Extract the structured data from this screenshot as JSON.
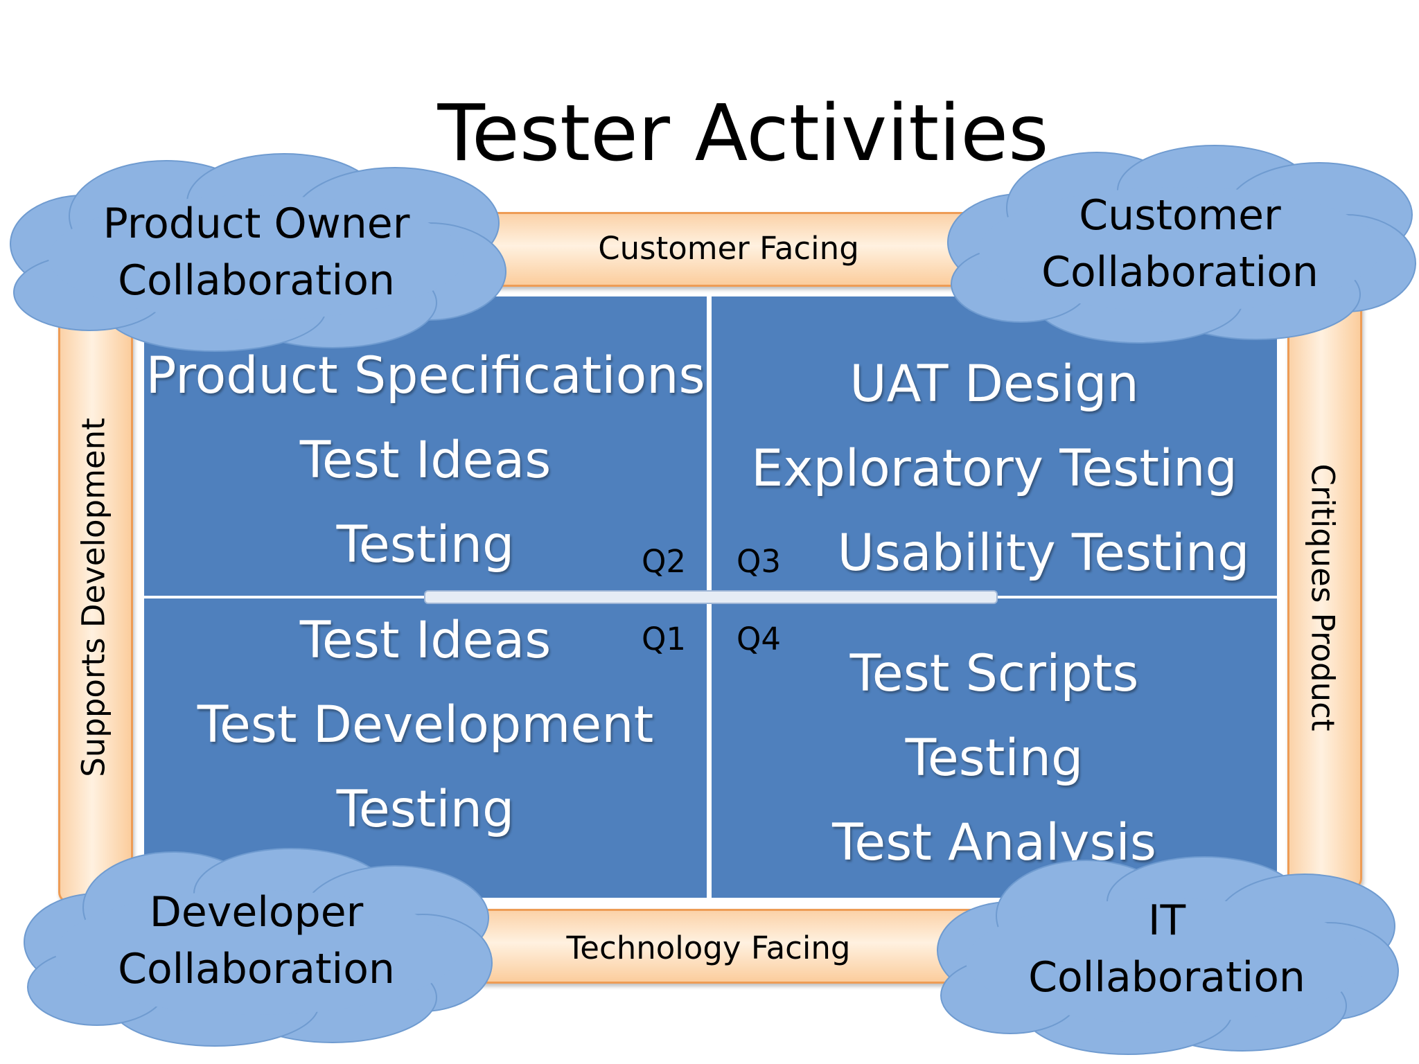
{
  "title": "Tester Activities",
  "axes": {
    "top": "Customer Facing",
    "bottom": "Technology Facing",
    "left": "Supports Development",
    "right": "Critiques Product"
  },
  "quadrants": {
    "q2": {
      "label": "Q2",
      "items": [
        "Product Specifications",
        "Test Ideas",
        "Testing"
      ]
    },
    "q3": {
      "label": "Q3",
      "items": [
        "UAT Design",
        "Exploratory Testing",
        "Usability Testing"
      ]
    },
    "q1": {
      "label": "Q1",
      "items": [
        "Test Ideas",
        "Test Development",
        "Testing"
      ]
    },
    "q4": {
      "label": "Q4",
      "items": [
        "Test Scripts",
        "Testing",
        "Test Analysis"
      ]
    }
  },
  "clouds": {
    "top_left": [
      "Product Owner",
      "Collaboration"
    ],
    "top_right": [
      "Customer",
      "Collaboration"
    ],
    "bottom_left": [
      "Developer",
      "Collaboration"
    ],
    "bottom_right": [
      "IT",
      "Collaboration"
    ]
  },
  "colors": {
    "quadrant_fill": "#4f80bd",
    "cloud_fill": "#8db3e2",
    "band_border": "#ee9c55"
  }
}
